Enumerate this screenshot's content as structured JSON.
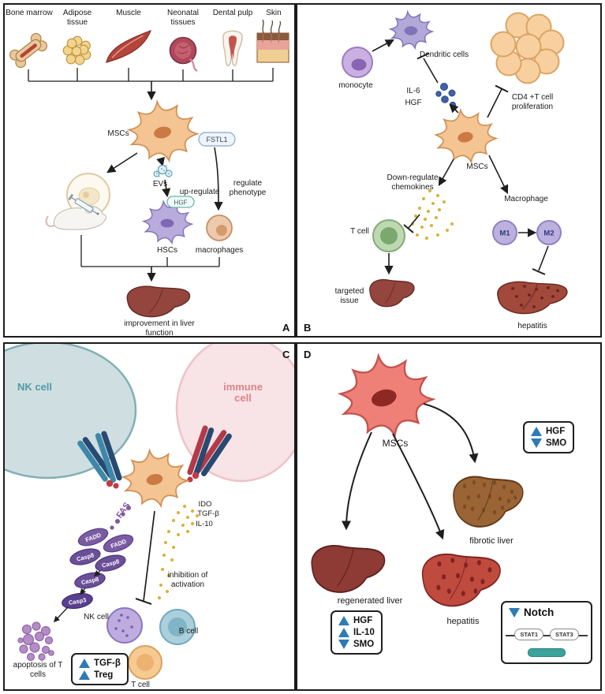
{
  "panels": {
    "a": {
      "letter": "A",
      "sources": [
        {
          "label": "Bone marrow",
          "icon": "bone-icon"
        },
        {
          "label": "Adipose tissue",
          "icon": "adipose-icon"
        },
        {
          "label": "Muscle",
          "icon": "muscle-icon"
        },
        {
          "label": "Neonatal tissues",
          "icon": "neonatal-icon"
        },
        {
          "label": "Dental pulp",
          "icon": "tooth-icon"
        },
        {
          "label": "Skin",
          "icon": "skin-icon"
        }
      ],
      "mscs_label": "MSCs",
      "evs_label": "EVs",
      "fstl1_badge": "FSTL1",
      "up_regulate_label": "up-regulate",
      "regulate_phenotype_label": "regulate phenotype",
      "hgf_badge": "HGF",
      "hscs_label": "HSCs",
      "macrophages_label": "macrophages",
      "outcome_label": "improvement in liver function"
    },
    "b": {
      "letter": "B",
      "monocyte_label": "monocyte",
      "dendritic_label": "Dendritic cells",
      "il6_label": "IL-6",
      "hgf_label": "HGF",
      "cd4_label": "CD4 +T cell proliferation",
      "mscs_label": "MSCs",
      "downregulate_label": "Down-regulate chemokines",
      "tcell_label": "T cell",
      "macrophage_label": "Macrophage",
      "m1_label": "M1",
      "m2_label": "M2",
      "targeted_label": "targeted issue",
      "hepatitis_label": "hepatitis"
    },
    "c": {
      "letter": "C",
      "nk_region_label": "NK cell",
      "immune_region_label": "immune cell",
      "fas_label": "FAS",
      "fadd_labels": [
        "FADD",
        "FADD"
      ],
      "casp8_labels": [
        "Casp8",
        "Casp8",
        "Casp8"
      ],
      "casp3_label": "Casp3",
      "secretions": [
        "IDO",
        "TGF-β",
        "IL-10"
      ],
      "inhibition_label": "inhibition of activation",
      "apoptosis_label": "apoptosis of T cells",
      "effects_box": [
        {
          "direction": "up",
          "label": "TGF-β"
        },
        {
          "direction": "up",
          "label": "Treg"
        }
      ],
      "nk_cell_label": "NK cell",
      "b_cell_label": "B cell",
      "t_cell_label": "T cell"
    },
    "d": {
      "letter": "D",
      "mscs_label": "MSCs",
      "fibrotic_label": "fibrotic liver",
      "regenerated_label": "regenerated liver",
      "hepatitis_label": "hepatitis",
      "fibrotic_box": [
        {
          "direction": "up",
          "label": "HGF"
        },
        {
          "direction": "down",
          "label": "SMO"
        }
      ],
      "regenerated_box": [
        {
          "direction": "up",
          "label": "HGF"
        },
        {
          "direction": "up",
          "label": "IL-10"
        },
        {
          "direction": "down",
          "label": "SMO"
        }
      ],
      "notch_box": {
        "direction": "down",
        "label": "Notch",
        "stat1": "STAT1",
        "stat3": "STAT3"
      }
    }
  },
  "colors": {
    "msc_orange": "#f4c493",
    "msc_purple": "#b9abdb",
    "msc_red": "#ee8078",
    "liver_maroon": "#94453d",
    "liver_fibrotic_brown": "#9a6434",
    "liver_hepatitis_red": "#bf4a3e",
    "triangle_blue": "#2e7bb5",
    "teal_bar": "#3aa49c",
    "yellow_dots": "#d9b13b",
    "nk_region_teal": "#cfdee1",
    "immune_region_pink": "#f8e3e6"
  }
}
